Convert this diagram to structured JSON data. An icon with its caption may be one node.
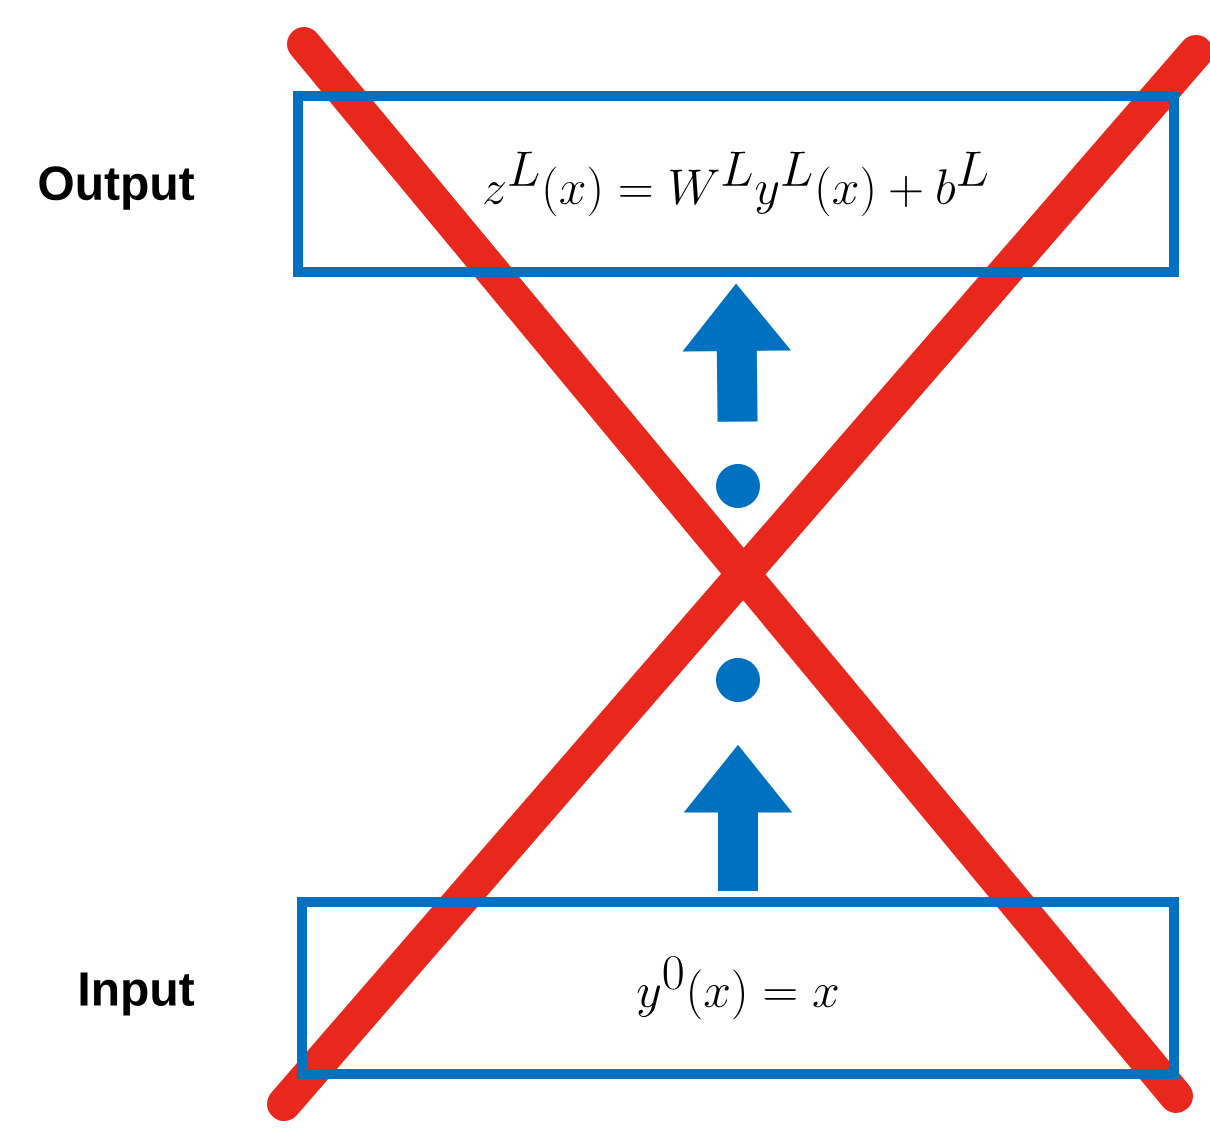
{
  "diagram": {
    "nodes": [
      {
        "text": [
          "z^L(x) = W^L y^L(x) + b^L"
        ],
        "beside": [
          "Output"
        ]
      },
      {
        "text": [],
        "shape": "circle"
      },
      {
        "text": [],
        "shape": "circle"
      },
      {
        "text": [
          "y^0(x) = x"
        ],
        "beside": [
          "Input"
        ]
      }
    ],
    "edges": [
      {
        "from": 3,
        "to": 2,
        "arrow": "to"
      },
      {
        "from": 1,
        "to": 0,
        "arrow": "to"
      }
    ]
  }
}
